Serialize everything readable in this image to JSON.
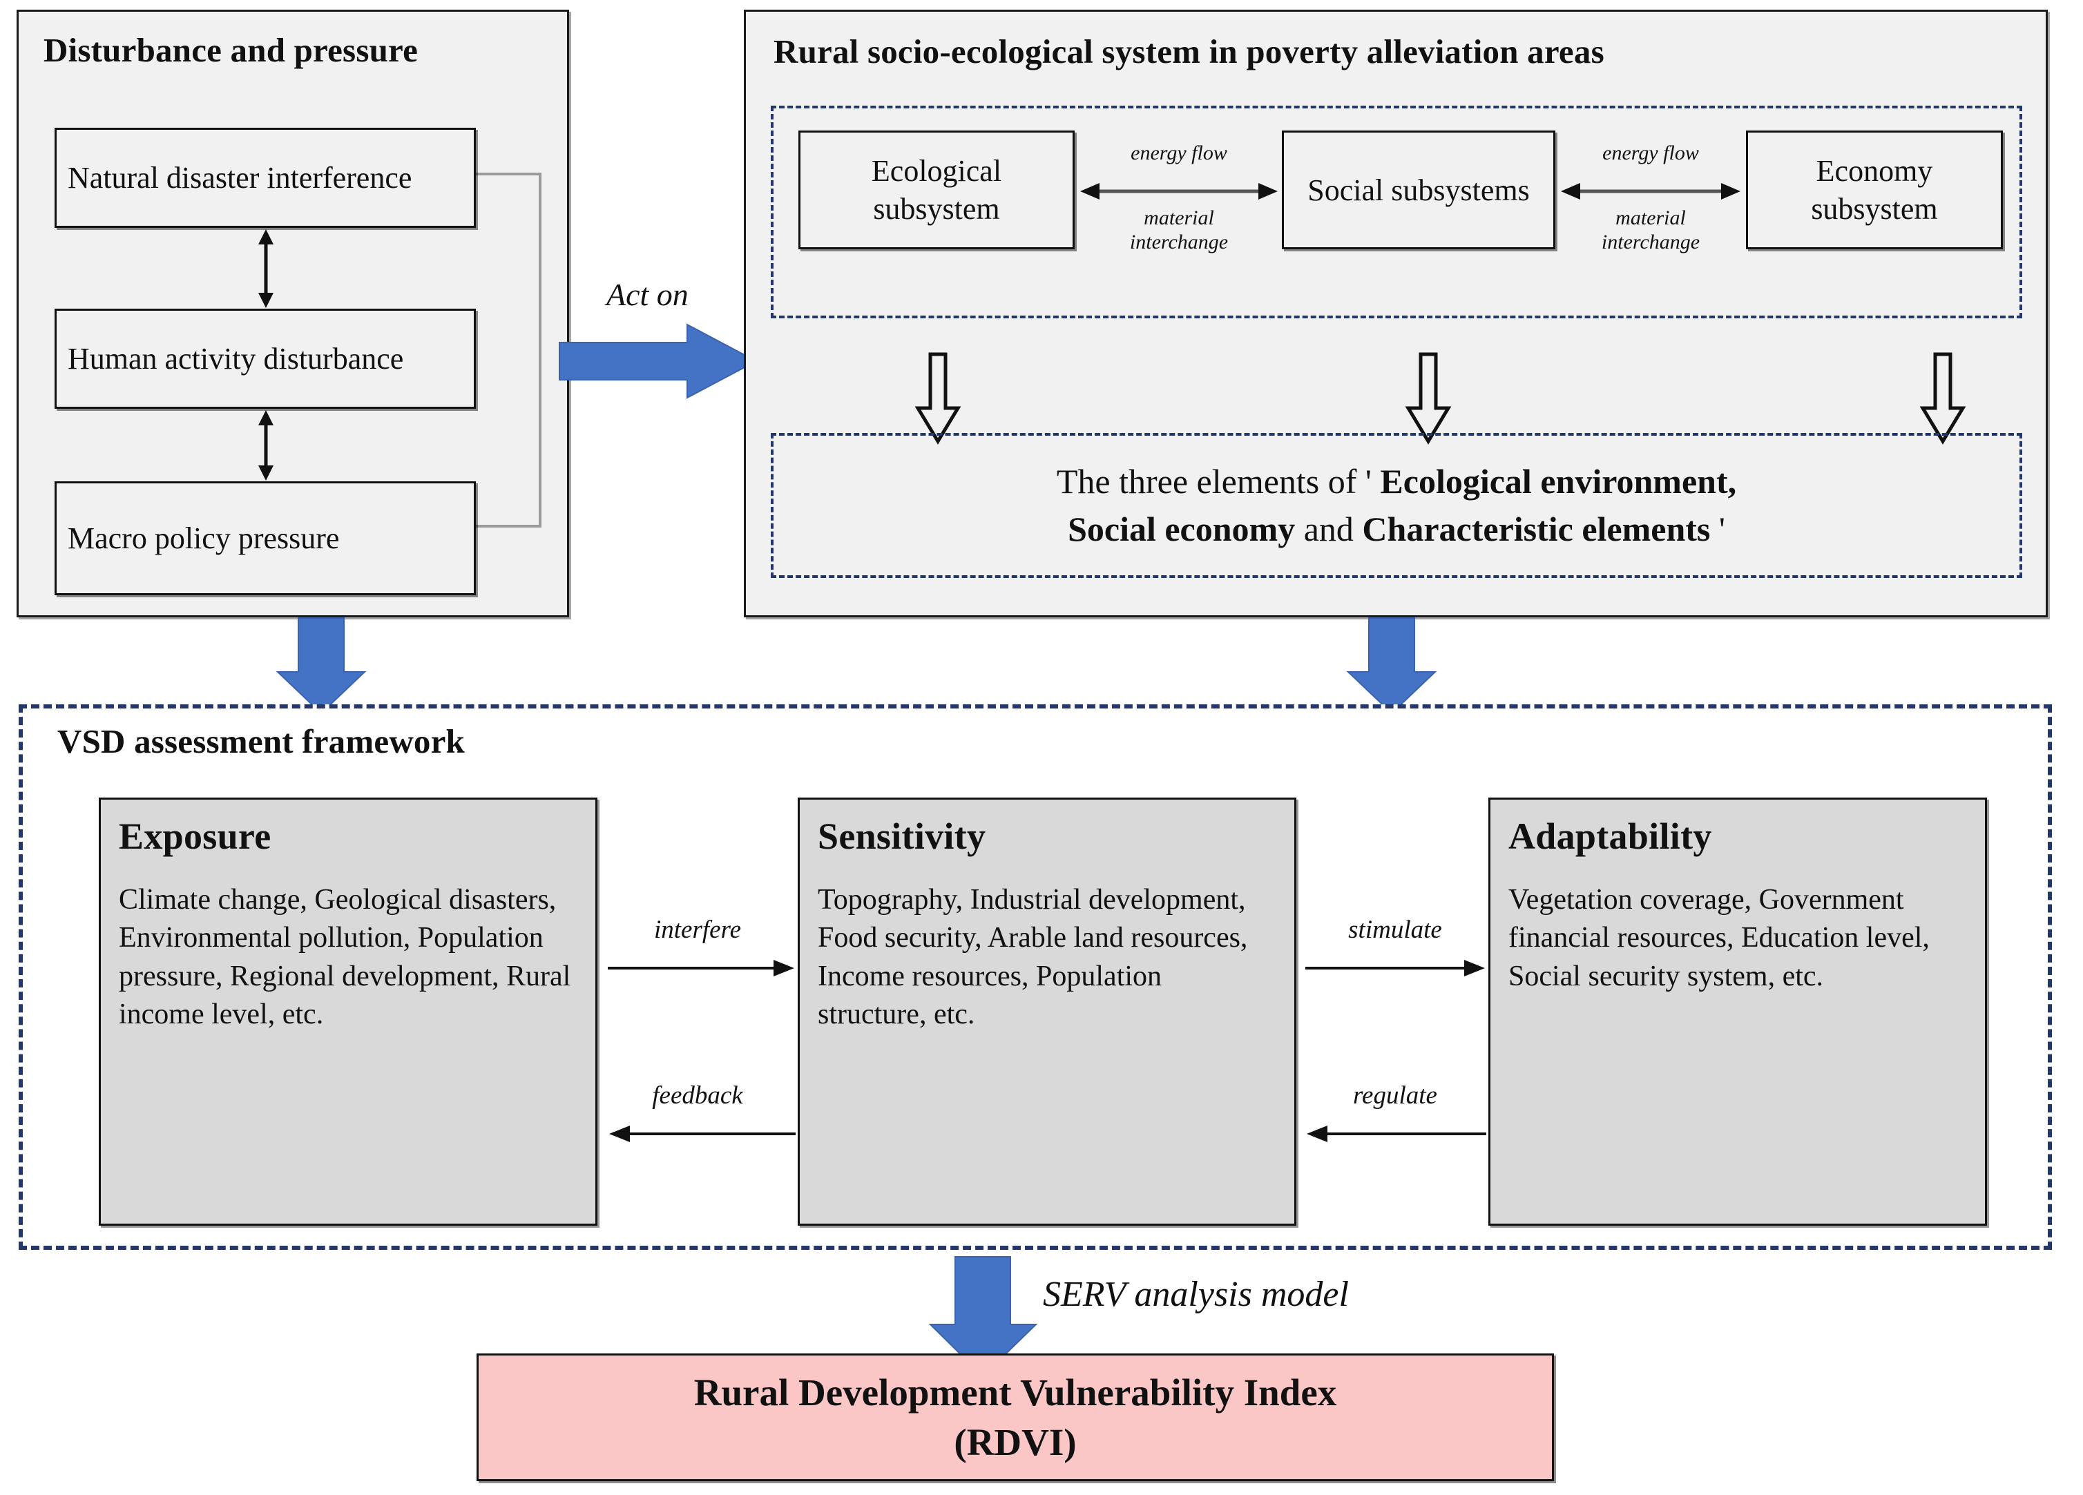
{
  "disturbance": {
    "title": "Disturbance and pressure",
    "items": [
      "Natural disaster interference",
      "Human activity disturbance",
      "Macro policy pressure"
    ]
  },
  "act_on_label": "Act on",
  "rural_system": {
    "title": "Rural socio-ecological system in poverty alleviation areas",
    "subsystems": [
      "Ecological subsystem",
      "Social subsystems",
      "Economy subsystem"
    ],
    "flow_labels": {
      "energy": "energy flow",
      "material_line1": "material",
      "material_line2": "interchange"
    },
    "elements_text": {
      "prefix": "The three elements of ' ",
      "bold1": "Ecological environment,",
      "bold2": "Social economy",
      "mid": " and ",
      "bold3": "Characteristic elements",
      "suffix": " '"
    }
  },
  "vsd": {
    "title": "VSD assessment framework",
    "columns": [
      {
        "heading": "Exposure",
        "body": "Climate change, Geological disasters, Environmental pollution, Population pressure, Regional development, Rural income level, etc."
      },
      {
        "heading": "Sensitivity",
        "body": "Topography, Industrial development, Food security, Arable land resources, Income resources, Population structure, etc."
      },
      {
        "heading": "Adaptability",
        "body": "Vegetation coverage, Government financial resources, Education level, Social security system, etc."
      }
    ],
    "connectors": {
      "interfere": "interfere",
      "feedback": "feedback",
      "stimulate": "stimulate",
      "regulate": "regulate"
    }
  },
  "serv_label": "SERV analysis model",
  "rdvi": {
    "line1": "Rural Development Vulnerability Index",
    "line2": "(RDVI)"
  },
  "colors": {
    "accent_blue": "#4472C4",
    "dashed_navy": "#22386B",
    "grey_fill": "#D9D9D9",
    "panel_fill": "#F1F1F1",
    "pink_fill": "#FAC6C6"
  }
}
